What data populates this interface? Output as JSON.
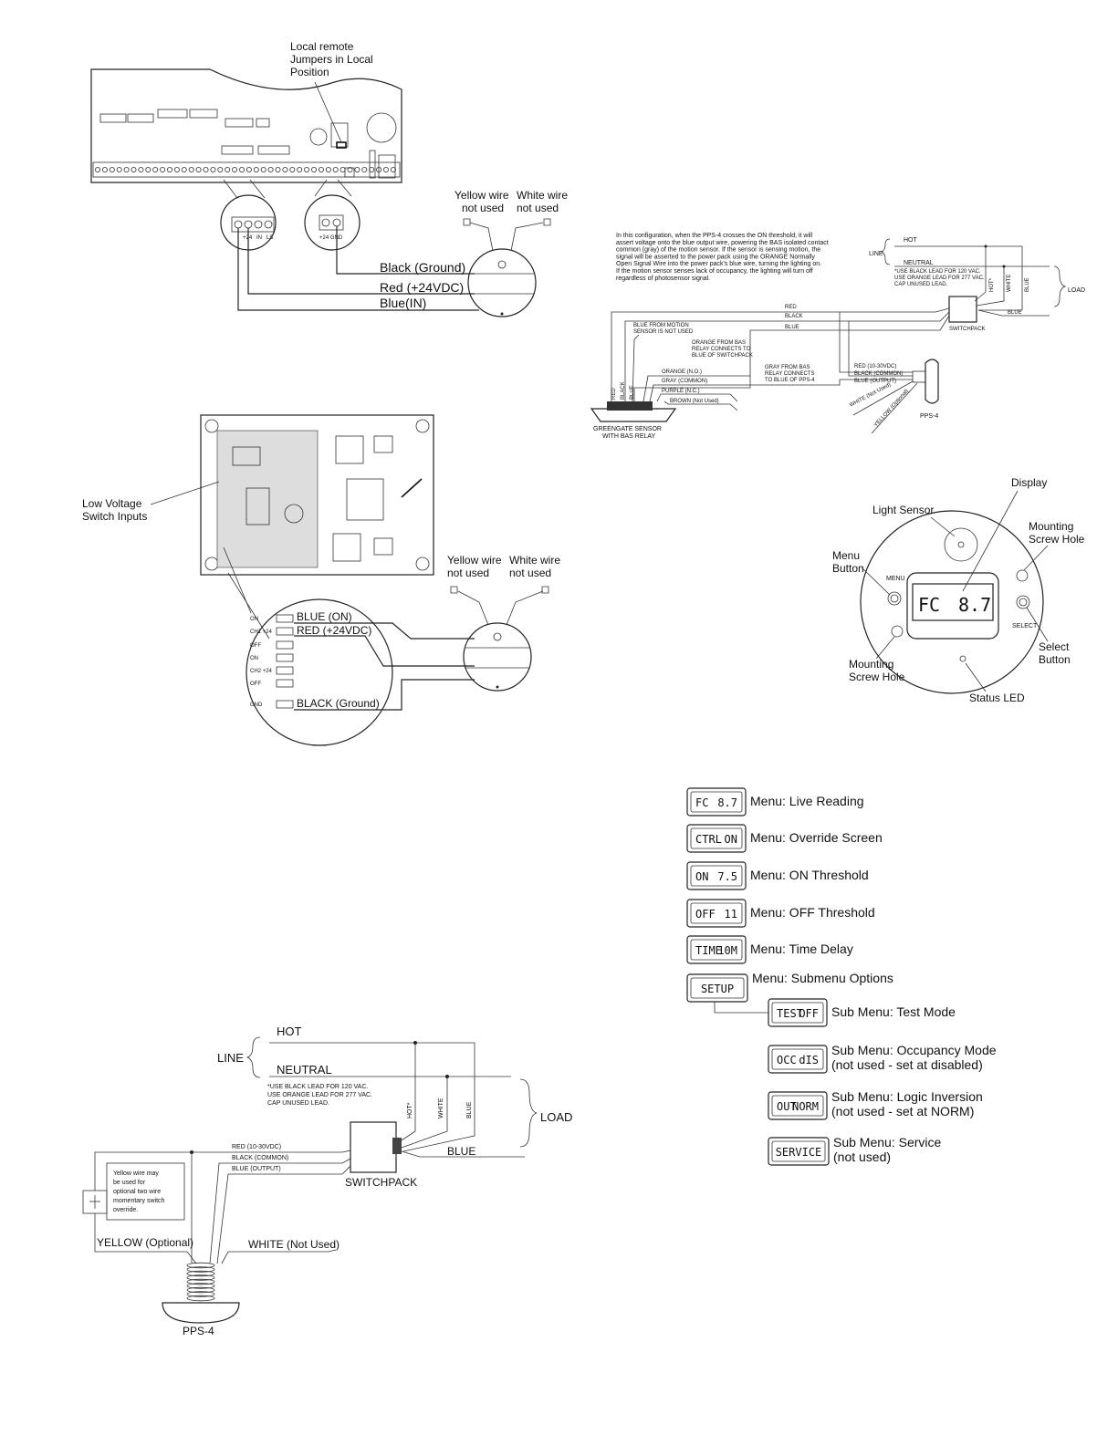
{
  "fig1": {
    "jumpers_label": [
      "Local remote",
      "Jumpers in Local",
      "Position"
    ],
    "yellow_wire": [
      "Yellow wire",
      "not used"
    ],
    "white_wire": [
      "White wire",
      "not used"
    ],
    "black": "Black (Ground)",
    "red": "Red (+24VDC)",
    "blue": "Blue(IN)",
    "terminal_a": [
      "+24",
      "IN",
      "LS"
    ],
    "terminal_b": "+24 GND"
  },
  "fig2": {
    "callout": [
      "Low Voltage",
      "Switch Inputs"
    ],
    "yellow_wire": [
      "Yellow wire",
      "not used"
    ],
    "white_wire": [
      "White wire",
      "not used"
    ],
    "blue": "BLUE (ON)",
    "red": "RED (+24VDC)",
    "black": "BLACK (Ground)",
    "pins": [
      "ON",
      "CH1 +24",
      "OFF",
      "ON",
      "CH2 +24",
      "OFF",
      "GND"
    ]
  },
  "fig3": {
    "description": [
      "In this configuration, when the PPS-4 crosses the ON threshold, it will",
      "assert voltage onto the blue output wire, powering the BAS isolated contact",
      "common (gray) of the motion sensor.  If the sensor is sensing motion, the",
      "signal will be asserted to the power pack using the ORANGE Normally",
      "Open Signal Wire into the power pack's blue wire, turning the lighting on.",
      "If the motion sensor senses lack of occupancy, the lighting will turn off",
      "regardless of photosensor signal."
    ],
    "hot": "HOT",
    "line": "LINE",
    "neutral": "NEUTRAL",
    "lead_note": [
      "*USE BLACK LEAD FOR 120 VAC.",
      "USE ORANGE LEAD FOR 277 VAC.",
      "CAP UNUSED LEAD."
    ],
    "load": "LOAD",
    "hot_star": "HOT*",
    "white": "WHITE",
    "blue": "BLUE",
    "switchpack": "SWITCHPACK",
    "red": "RED",
    "black": "BLACK",
    "blue2": "BLUE",
    "blue_motion": [
      "BLUE FROM MOTION",
      "SENSOR IS NOT USED"
    ],
    "orange_bas": [
      "ORANGE FROM BAS",
      "RELAY CONNECTS TO",
      "BLUE OF SWITCHPACK"
    ],
    "gray_bas": [
      "GRAY FROM BAS",
      "RELAY CONNECTS",
      "TO BLUE OF PPS-4"
    ],
    "orange_no": "ORANGE (N.O.)",
    "gray_common": "GRAY (COMMON)",
    "purple_nc": "PURPLE (N.C.)",
    "brown": "BROWN (Not Used)",
    "red_v": "RED (10-30VDC)",
    "black_common": "BLACK (COMMON)",
    "blue_output": "BLUE (OUTPUT)",
    "white_nu": "WHITE (Not Used)",
    "yellow_opt": "YELLOW (Optional)",
    "pps4": "PPS-4",
    "sensor": [
      "GREENGATE SENSOR",
      "WITH BAS RELAY"
    ],
    "sensor_wires": [
      "RED",
      "BLACK",
      "BLUE"
    ]
  },
  "fig4": {
    "display": "Display",
    "light_sensor": "Light Sensor",
    "mounting_top": [
      "Mounting",
      "Screw Hole"
    ],
    "menu_button": [
      "Menu",
      "Button"
    ],
    "menu": "MENU",
    "select": "SELECT",
    "lcd_left": "FC",
    "lcd_right": "8.7",
    "select_button": [
      "Select",
      "Button"
    ],
    "mounting_bottom": [
      "Mounting",
      "Screw Hole"
    ],
    "status_led": "Status LED"
  },
  "menus": [
    {
      "lcd": [
        "FC",
        "8.7"
      ],
      "label": [
        "Menu: Live Reading"
      ],
      "sub": false
    },
    {
      "lcd": [
        "CTRL",
        "ON"
      ],
      "label": [
        "Menu: Override Screen"
      ],
      "sub": false
    },
    {
      "lcd": [
        "ON",
        "7.5"
      ],
      "label": [
        "Menu: ON Threshold"
      ],
      "sub": false
    },
    {
      "lcd": [
        "OFF",
        "11"
      ],
      "label": [
        "Menu: OFF Threshold"
      ],
      "sub": false
    },
    {
      "lcd": [
        "TIME",
        "10M"
      ],
      "label": [
        "Menu: Time Delay"
      ],
      "sub": false
    },
    {
      "lcd": [
        "SETUP",
        ""
      ],
      "label": [
        "Menu: Submenu Options"
      ],
      "sub": false
    },
    {
      "lcd": [
        "TEST",
        "OFF"
      ],
      "label": [
        "Sub Menu: Test Mode"
      ],
      "sub": true
    },
    {
      "lcd": [
        "OCC",
        "dIS"
      ],
      "label": [
        "Sub Menu: Occupancy Mode",
        "(not used - set at disabled)"
      ],
      "sub": true
    },
    {
      "lcd": [
        "OUT",
        "NORM"
      ],
      "label": [
        "Sub Menu: Logic Inversion",
        "(not used - set at NORM)"
      ],
      "sub": true
    },
    {
      "lcd": [
        "SERVICE",
        ""
      ],
      "label": [
        "Sub Menu: Service",
        "(not used)"
      ],
      "sub": true
    }
  ],
  "fig5": {
    "hot": "HOT",
    "line": "LINE",
    "neutral": "NEUTRAL",
    "lead_note": [
      "*USE BLACK LEAD FOR 120 VAC.",
      "USE ORANGE LEAD FOR 277 VAC.",
      "CAP UNUSED LEAD."
    ],
    "load": "LOAD",
    "hot_star": "HOT*",
    "white": "WHITE",
    "blue": "BLUE",
    "blue_bottom": "BLUE",
    "switchpack": "SWITCHPACK",
    "red_v": "RED (10-30VDC)",
    "black_common": "BLACK (COMMON)",
    "blue_output": "BLUE (OUTPUT)",
    "yellow_note": [
      "Yellow wire may",
      "be used for",
      "optional two wire",
      "momentary switch",
      "override."
    ],
    "yellow_opt": "YELLOW (Optional)",
    "white_nu": "WHITE (Not Used)",
    "pps4": "PPS-4"
  }
}
